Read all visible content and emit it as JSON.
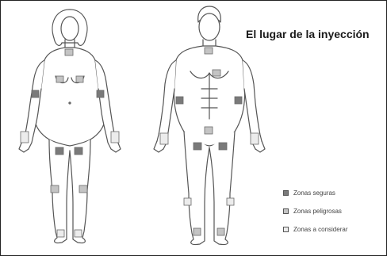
{
  "title": "El lugar de la inyección",
  "legend": {
    "items": [
      {
        "label": "Zonas seguras",
        "color": "#7a7a7a"
      },
      {
        "label": "Zonas peligrosas",
        "color": "#c4c4c4"
      },
      {
        "label": "Zonas a considerar",
        "color": "#ececec"
      }
    ]
  },
  "colors": {
    "outline": "#555555",
    "zone_border": "#6a6a6a",
    "frame": "#222222"
  }
}
